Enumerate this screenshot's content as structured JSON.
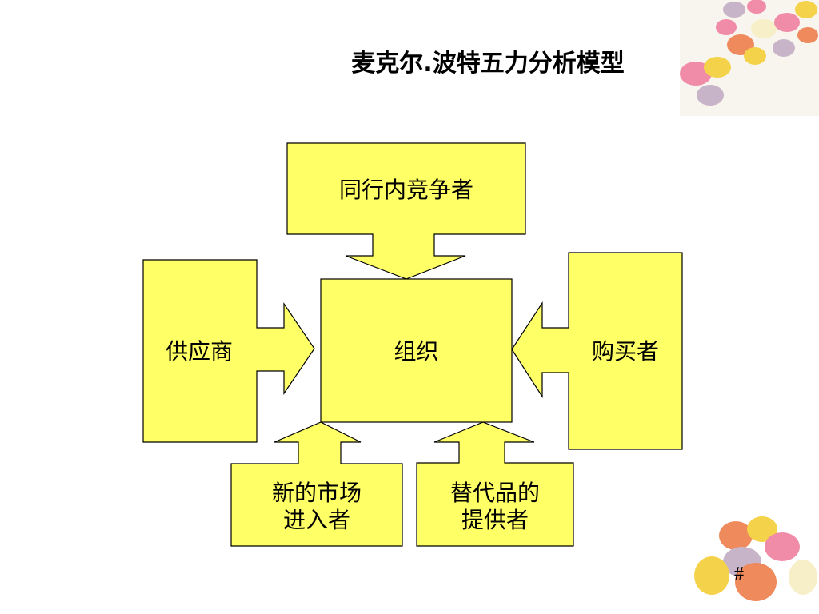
{
  "slide": {
    "title": "麦克尔.波特五力分析模型",
    "slide_number": "#"
  },
  "diagram": {
    "center": "组织",
    "top": "同行内竞争者",
    "left": "供应商",
    "right": "购买者",
    "bottom_left": "新的市场\n进入者",
    "bottom_right": "替代品的\n提供者"
  },
  "colors": {
    "box_fill": "#FFFF66",
    "box_stroke": "#000000",
    "egg_pink": "#F08CA8",
    "egg_yellow": "#F4D24A",
    "egg_orange": "#EE8A5C",
    "egg_lavender": "#C8B4C8",
    "egg_cream": "#F7EFC8"
  }
}
